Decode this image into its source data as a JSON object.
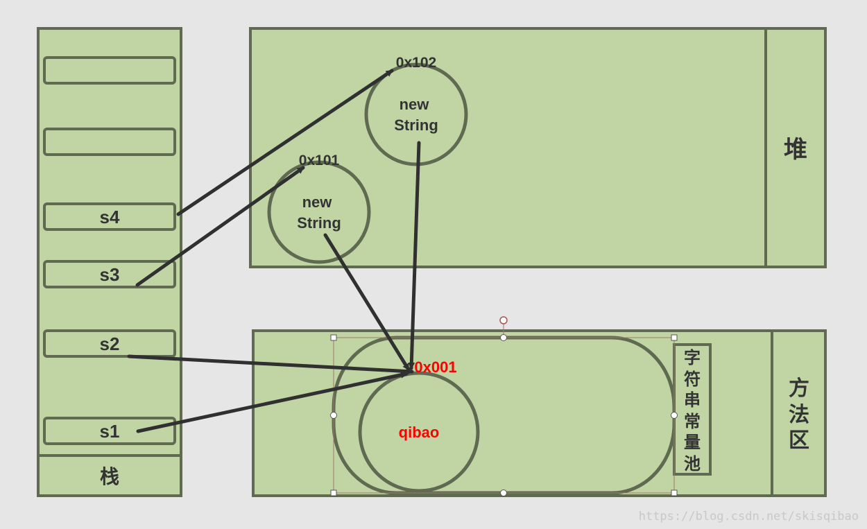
{
  "colors": {
    "background": "#e6e6e6",
    "fill": "#c1d5a4",
    "stroke": "#606a50",
    "arrow": "#303030",
    "text": "#333333",
    "highlight": "#ff0000",
    "watermark": "#c8c8c8"
  },
  "stack": {
    "label": "栈",
    "slots": [
      "",
      "",
      "s4",
      "s3",
      "s2",
      "s1"
    ]
  },
  "heap": {
    "label": "堆",
    "objects": [
      {
        "address": "0x102",
        "line1": "new",
        "line2": "String"
      },
      {
        "address": "0x101",
        "line1": "new",
        "line2": "String"
      }
    ]
  },
  "method_area": {
    "label_lines": [
      "方",
      "法",
      "区"
    ],
    "pool_label_chars": [
      "字",
      "符",
      "串",
      "常",
      "量",
      "池"
    ],
    "constant": {
      "address": "0x001",
      "value": "qibao"
    }
  },
  "watermark": "https://blog.csdn.net/skisqibao"
}
